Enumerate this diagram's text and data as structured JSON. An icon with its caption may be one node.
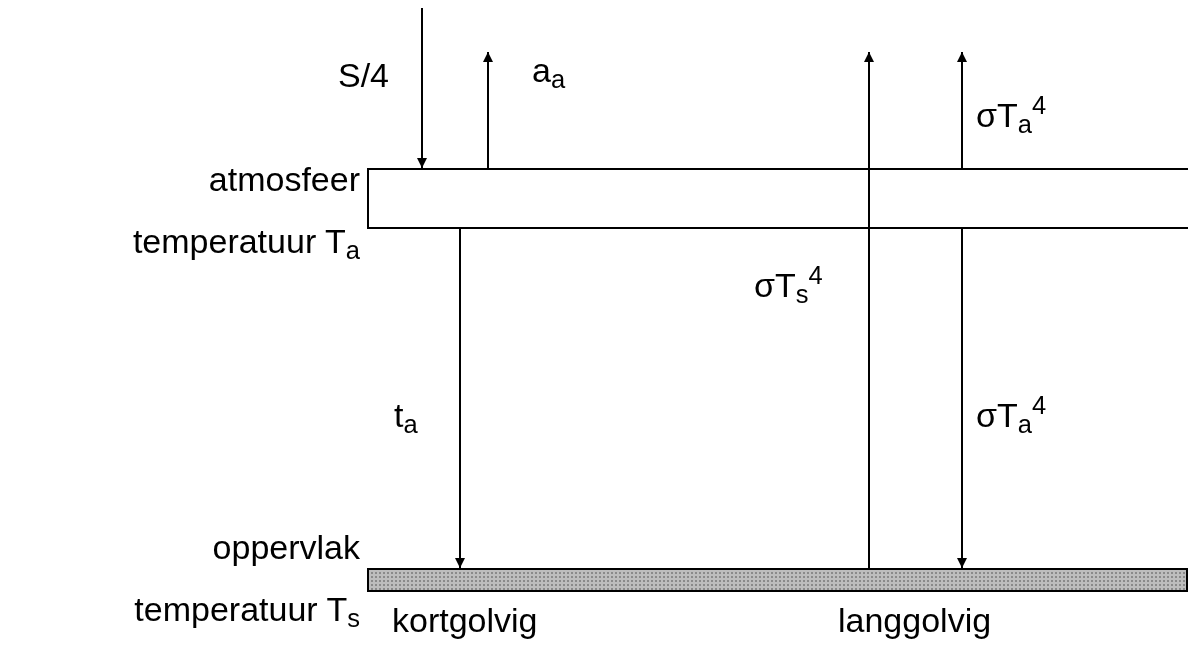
{
  "diagram": {
    "nodes": [
      {
        "text": [
          "atmosfeer temperatuur T$_{a}$"
        ]
      },
      {
        "text": [
          "oppervlak temperatuur T$_{s}$"
        ]
      }
    ],
    "edges": [
      {
        "from": null,
        "to": 0,
        "arrow": "to",
        "label": "S/4"
      },
      {
        "from": 0,
        "to": null,
        "arrow": "to",
        "label": "a$_{a}$"
      },
      {
        "from": 0,
        "to": 1,
        "arrow": "to",
        "label": "t$_{a}$"
      },
      {
        "from": 1,
        "to": null,
        "arrow": "to",
        "label": "σT$_{s}$$^{4}$"
      },
      {
        "from": 0,
        "to": null,
        "arrow": "to",
        "label": "σT$_{a}$$^{4}$"
      },
      {
        "from": 0,
        "to": 1,
        "arrow": "to",
        "label": "σT$_{a}$$^{4}$"
      }
    ],
    "labels": [
      "kortgolvig",
      "langgolvig"
    ]
  }
}
